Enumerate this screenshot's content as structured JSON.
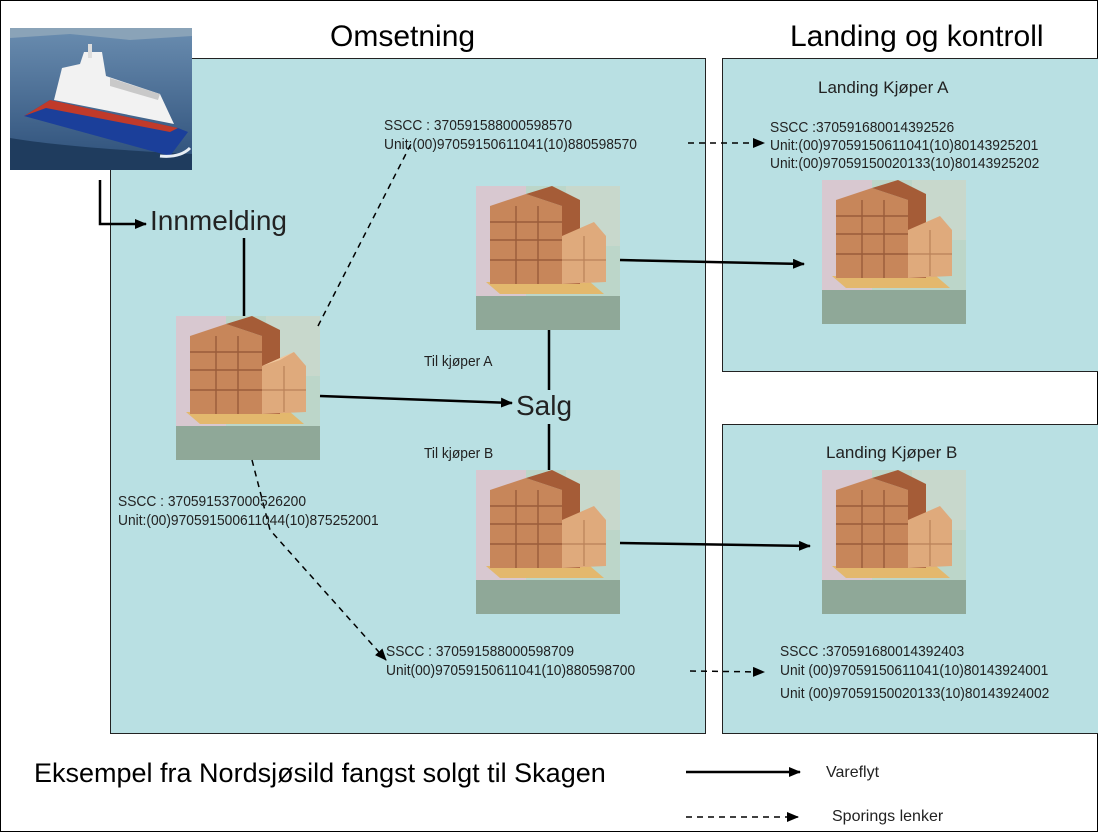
{
  "headers": {
    "omsetning": "Omsetning",
    "landing": "Landing og kontroll"
  },
  "labels": {
    "innmelding": "Innmelding",
    "salg": "Salg",
    "til_kjoper_a": "Til kjøper A",
    "til_kjoper_b": "Til kjøper B",
    "landing_a": "Landing Kjøper A",
    "landing_b": "Landing Kjøper B"
  },
  "codes": {
    "source": {
      "sscc": "SSCC : 370591537000526200",
      "unit": "Unit:(00)970591500611044(10)875252001"
    },
    "a_out": {
      "sscc": "SSCC : 370591588000598570",
      "unit": "Unit:(00)97059150611041(10)880598570"
    },
    "b_out": {
      "sscc": "SSCC : 370591588000598709",
      "unit": "Unit(00)97059150611041(10)880598700"
    },
    "a_in": {
      "sscc": "SSCC :370591680014392526",
      "unit1": "Unit:(00)97059150611041(10)80143925201",
      "unit2": "Unit:(00)97059150020133(10)80143925202"
    },
    "b_in": {
      "sscc": "SSCC :370591680014392403",
      "unit1": "Unit (00)97059150611041(10)80143924001",
      "unit2": "Unit (00)97059150020133(10)80143924002"
    }
  },
  "caption": "Eksempel fra Nordsjøsild fangst solgt til Skagen",
  "legend": {
    "solid": "Vareflyt",
    "dashed": "Sporings lenker"
  }
}
